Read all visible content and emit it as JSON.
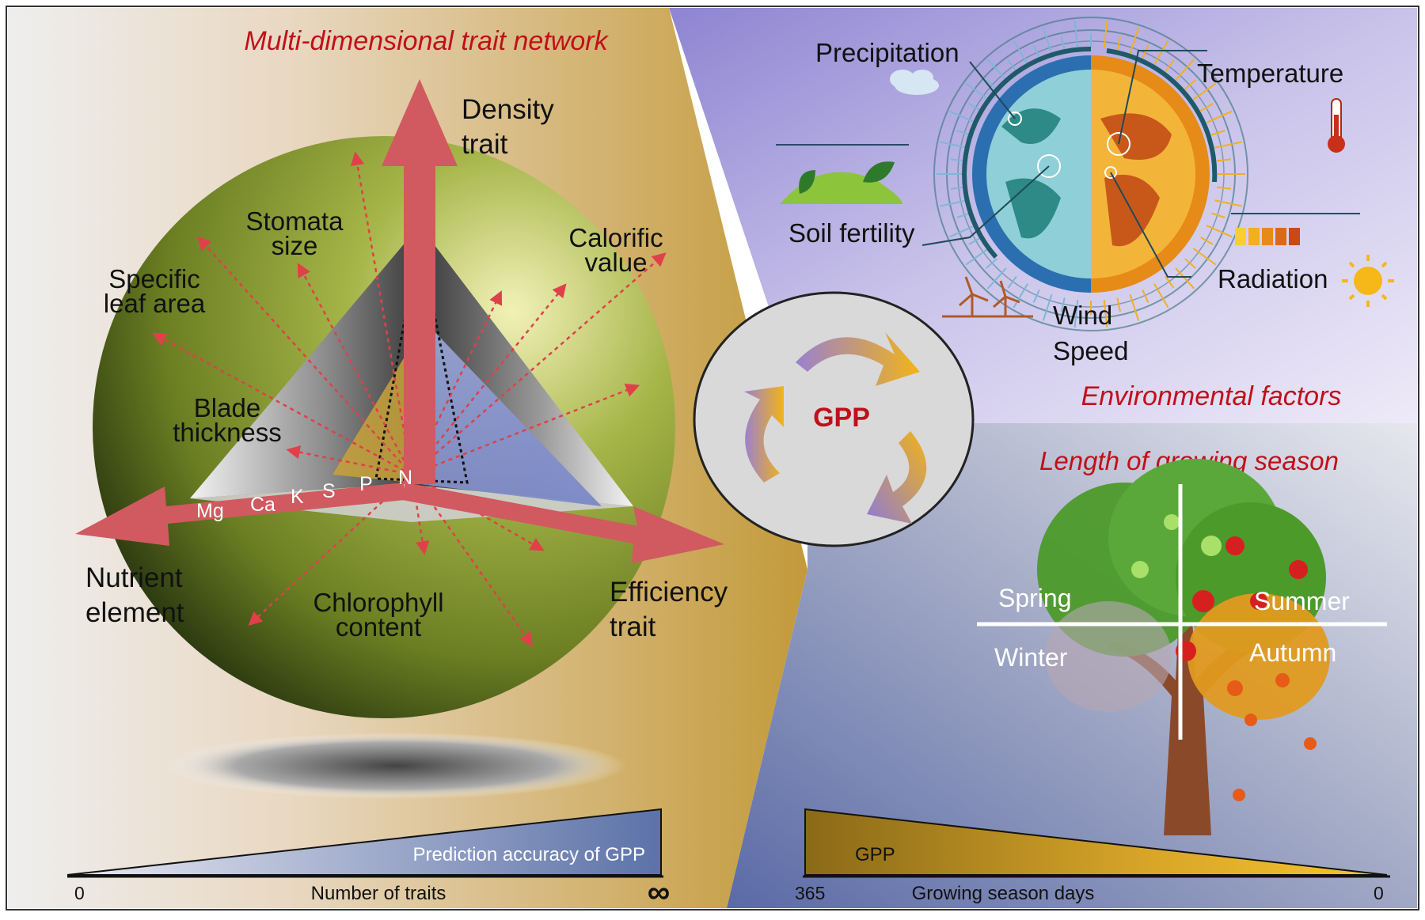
{
  "left_panel": {
    "title": "Multi-dimensional trait network",
    "axes": {
      "density": [
        "Density",
        "trait"
      ],
      "nutrient": [
        "Nutrient",
        "element"
      ],
      "efficiency": [
        "Efficiency",
        "trait"
      ]
    },
    "traits": {
      "stomata": [
        "Stomata",
        "size"
      ],
      "sla": [
        "Specific",
        "leaf area"
      ],
      "calorific": [
        "Calorific",
        "value"
      ],
      "blade": [
        "Blade",
        "thickness"
      ],
      "chlorophyll": [
        "Chlorophyll",
        "content"
      ]
    },
    "elements": [
      "Mg",
      "Ca",
      "K",
      "S",
      "P",
      "N"
    ],
    "wedge_label": "Prediction accuracy of GPP",
    "axis_start": "0",
    "axis_label": "Number of traits",
    "axis_end": "∞"
  },
  "center": {
    "label": "GPP"
  },
  "env_panel": {
    "title": "Environmental factors",
    "factors": {
      "precipitation": "Precipitation",
      "temperature": "Temperature",
      "soil": "Soil fertility",
      "radiation": "Radiation",
      "wind": [
        "Wind",
        "Speed"
      ]
    }
  },
  "season_panel": {
    "title": "Length of growing season",
    "seasons": {
      "spring": "Spring",
      "summer": "Summer",
      "winter": "Winter",
      "autumn": "Autumn"
    },
    "wedge_label": "GPP",
    "axis_start": "365",
    "axis_label": "Growing season days",
    "axis_end": "0"
  },
  "colors": {
    "accent_red": "#c0101a",
    "arrow_red": "#d05a60",
    "olive": "#6e8a1a",
    "gold": "#c39a3a",
    "purple": "#9a8fd0"
  }
}
